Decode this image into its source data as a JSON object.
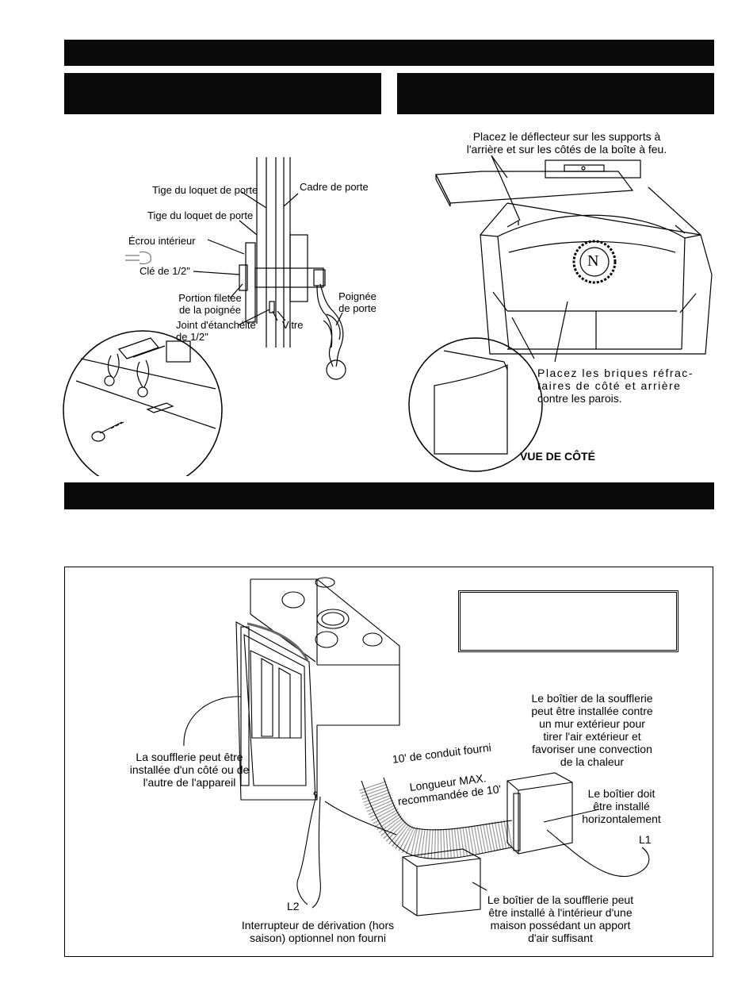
{
  "door_handle": {
    "labels": {
      "latch_rod_1": "Tige du loquet de porte",
      "door_frame": "Cadre de porte",
      "latch_rod_2": "Tige du loquet de porte",
      "inner_nut": "Écrou intérieur",
      "wrench": "Clé de 1/2\"",
      "threaded_1": "Portion filetée",
      "threaded_2": "de la poignée",
      "gasket_1": "Joint d'étanchéité",
      "gasket_2": "de 1/2\"",
      "glass": "Vitre",
      "handle_1": "Poignée",
      "handle_2": "de porte"
    }
  },
  "baffle": {
    "instruction_1": "Placez le déflecteur sur les supports à",
    "instruction_2": "l'arrière et sur les côtés de la boîte à feu.",
    "bricks_1": "Placez les briques réfrac-",
    "bricks_2": "taires de côté et arrière",
    "bricks_3": "contre les parois.",
    "side_view": "VUE DE CÔTÉ",
    "logo_letter": "N"
  },
  "blower": {
    "side_1": "La soufflerie peut être",
    "side_2": "installée d'un côté ou de",
    "side_3": "l'autre de l'appareil",
    "duct": "10' de conduit fourni",
    "max_1": "Longueur MAX.",
    "max_2": "recommandée de 10'",
    "exterior_1": "Le boîtier de la soufflerie",
    "exterior_2": "peut être installée contre",
    "exterior_3": "un mur extérieur pour",
    "exterior_4": "tirer l'air extérieur et",
    "exterior_5": "favoriser une convection",
    "exterior_6": "de la chaleur",
    "horizontal_1": "Le boîtier doit",
    "horizontal_2": "être installé",
    "horizontal_3": "horizontalement",
    "l1": "L1",
    "l2": "L2",
    "switch_1": "Interrupteur de dérivation (hors",
    "switch_2": "saison) optionnel non fourni",
    "interior_1": "Le boîtier de la soufflerie peut",
    "interior_2": "être installé à l'intérieur d'une",
    "interior_3": "maison possédant un apport",
    "interior_4": "d'air suffisant"
  }
}
